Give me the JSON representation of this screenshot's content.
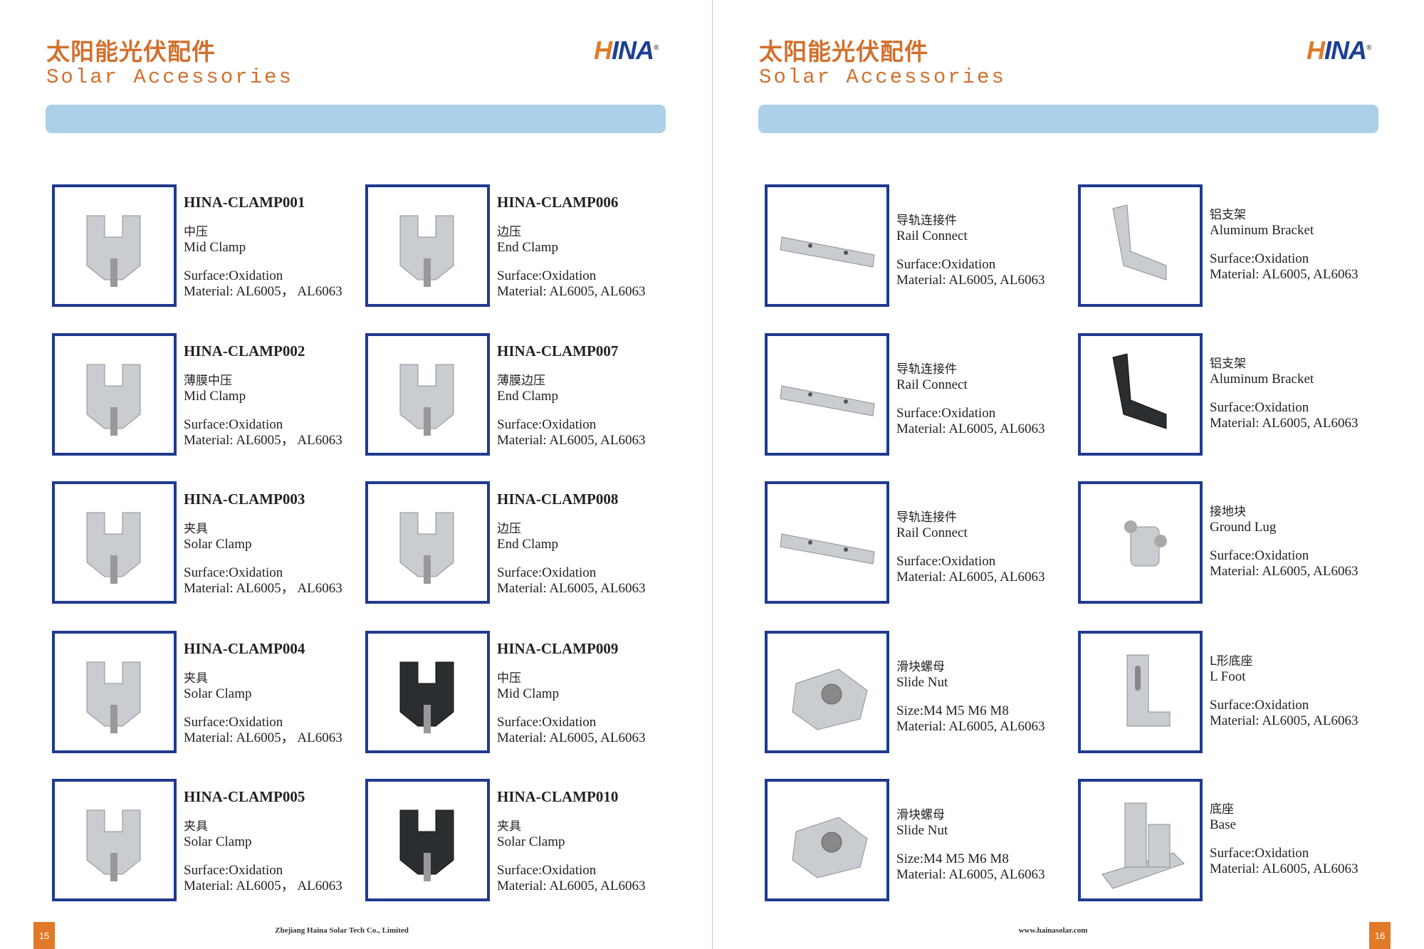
{
  "header": {
    "title_cn": "太阳能光伏配件",
    "title_en": "Solar Accessories",
    "logo": "HINA",
    "logo_mark": "®"
  },
  "colors": {
    "accent": "#d2702e",
    "band": "#acd0e8",
    "frame": "#1f3a8f",
    "page_number_bg": "#e07a2a"
  },
  "left_page": {
    "page_number": "15",
    "footer": "Zhejiang Haina Solar Tech Co., Limited",
    "products": [
      {
        "code": "HINA-CLAMP001",
        "cn": "中压",
        "en": "Mid Clamp",
        "spec": "Surface:Oxidation",
        "material": "Material: AL6005， AL6063",
        "image": "mid-clamp"
      },
      {
        "code": "HINA-CLAMP006",
        "cn": "边压",
        "en": "End Clamp",
        "spec": "Surface:Oxidation",
        "material": "Material: AL6005, AL6063",
        "image": "end-clamp"
      },
      {
        "code": "HINA-CLAMP002",
        "cn": "薄膜中压",
        "en": "Mid Clamp",
        "spec": "Surface:Oxidation",
        "material": "Material: AL6005， AL6063",
        "image": "thin-film-mid-clamp"
      },
      {
        "code": "HINA-CLAMP007",
        "cn": "薄膜边压",
        "en": "End Clamp",
        "spec": "Surface:Oxidation",
        "material": "Material: AL6005, AL6063",
        "image": "thin-film-end-clamp"
      },
      {
        "code": "HINA-CLAMP003",
        "cn": "夹具",
        "en": "Solar Clamp",
        "spec": "Surface:Oxidation",
        "material": "Material: AL6005， AL6063",
        "image": "solar-clamp"
      },
      {
        "code": "HINA-CLAMP008",
        "cn": "边压",
        "en": "End Clamp",
        "spec": "Surface:Oxidation",
        "material": "Material: AL6005, AL6063",
        "image": "end-clamp-2"
      },
      {
        "code": "HINA-CLAMP004",
        "cn": "夹具",
        "en": "Solar Clamp",
        "spec": "Surface:Oxidation",
        "material": "Material: AL6005， AL6063",
        "image": "solar-clamp-2"
      },
      {
        "code": "HINA-CLAMP009",
        "cn": "中压",
        "en": "Mid Clamp",
        "spec": "Surface:Oxidation",
        "material": "Material: AL6005, AL6063",
        "image": "black-mid-clamp"
      },
      {
        "code": "HINA-CLAMP005",
        "cn": "夹具",
        "en": "Solar Clamp",
        "spec": "Surface:Oxidation",
        "material": "Material: AL6005， AL6063",
        "image": "solar-clamp-3"
      },
      {
        "code": "HINA-CLAMP010",
        "cn": "夹具",
        "en": "Solar Clamp",
        "spec": "Surface:Oxidation",
        "material": "Material: AL6005, AL6063",
        "image": "black-solar-clamp"
      }
    ]
  },
  "right_page": {
    "page_number": "16",
    "footer": "www.hainasolar.com",
    "products": [
      {
        "cn": "导轨连接件",
        "en": "Rail Connect",
        "spec": "Surface:Oxidation",
        "material": "Material: AL6005, AL6063",
        "image": "rail-connect"
      },
      {
        "cn": "铝支架",
        "en": "Aluminum Bracket",
        "spec": "Surface:Oxidation",
        "material": "Material: AL6005, AL6063",
        "image": "aluminum-bracket"
      },
      {
        "cn": "导轨连接件",
        "en": "Rail Connect",
        "spec": "Surface:Oxidation",
        "material": "Material: AL6005, AL6063",
        "image": "rail-connect-2"
      },
      {
        "cn": "铝支架",
        "en": "Aluminum Bracket",
        "spec": "Surface:Oxidation",
        "material": "Material: AL6005, AL6063",
        "image": "black-bracket"
      },
      {
        "cn": "导轨连接件",
        "en": "Rail Connect",
        "spec": "Surface:Oxidation",
        "material": "Material: AL6005, AL6063",
        "image": "rail-connect-3"
      },
      {
        "cn": "接地块",
        "en": "Ground Lug",
        "spec": "Surface:Oxidation",
        "material": "Material: AL6005, AL6063",
        "image": "ground-lug"
      },
      {
        "cn": "滑块螺母",
        "en": "Slide Nut",
        "spec": "Size:M4 M5 M6 M8",
        "material": "Material: AL6005, AL6063",
        "image": "slide-nut"
      },
      {
        "cn": "L形底座",
        "en": "L Foot",
        "spec": "Surface:Oxidation",
        "material": "Material: AL6005, AL6063",
        "image": "l-foot"
      },
      {
        "cn": "滑块螺母",
        "en": "Slide Nut",
        "spec": "Size:M4 M5 M6 M8",
        "material": "Material: AL6005, AL6063",
        "image": "slide-nut-2"
      },
      {
        "cn": "底座",
        "en": "Base",
        "spec": "Surface:Oxidation",
        "material": "Material: AL6005, AL6063",
        "image": "base"
      }
    ]
  }
}
